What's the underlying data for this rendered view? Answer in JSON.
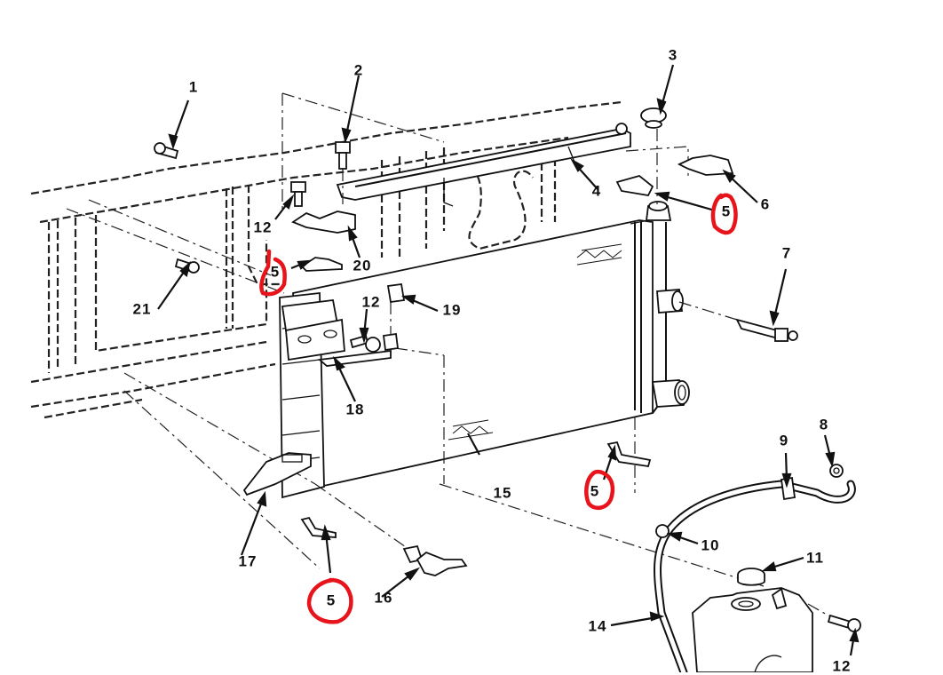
{
  "diagram": {
    "title": "Radiator and coolant recovery tank exploded view",
    "highlight_color": "#e8141b",
    "line_color": "#111111",
    "callouts": [
      {
        "id": "c1",
        "label": "1"
      },
      {
        "id": "c2",
        "label": "2"
      },
      {
        "id": "c3",
        "label": "3"
      },
      {
        "id": "c4",
        "label": "4"
      },
      {
        "id": "c5a",
        "label": "5",
        "highlighted": true
      },
      {
        "id": "c5b",
        "label": "5",
        "highlighted": true
      },
      {
        "id": "c5c",
        "label": "5",
        "highlighted": true
      },
      {
        "id": "c5d",
        "label": "5",
        "highlighted": true
      },
      {
        "id": "c6",
        "label": "6"
      },
      {
        "id": "c7",
        "label": "7"
      },
      {
        "id": "c8",
        "label": "8"
      },
      {
        "id": "c9",
        "label": "9"
      },
      {
        "id": "c10",
        "label": "10"
      },
      {
        "id": "c11",
        "label": "11"
      },
      {
        "id": "c12a",
        "label": "12"
      },
      {
        "id": "c12b",
        "label": "12"
      },
      {
        "id": "c12c",
        "label": "12"
      },
      {
        "id": "c14",
        "label": "14"
      },
      {
        "id": "c15",
        "label": "15"
      },
      {
        "id": "c16",
        "label": "16"
      },
      {
        "id": "c17",
        "label": "17"
      },
      {
        "id": "c18",
        "label": "18"
      },
      {
        "id": "c19",
        "label": "19"
      },
      {
        "id": "c20",
        "label": "20"
      },
      {
        "id": "c21",
        "label": "21"
      }
    ]
  }
}
